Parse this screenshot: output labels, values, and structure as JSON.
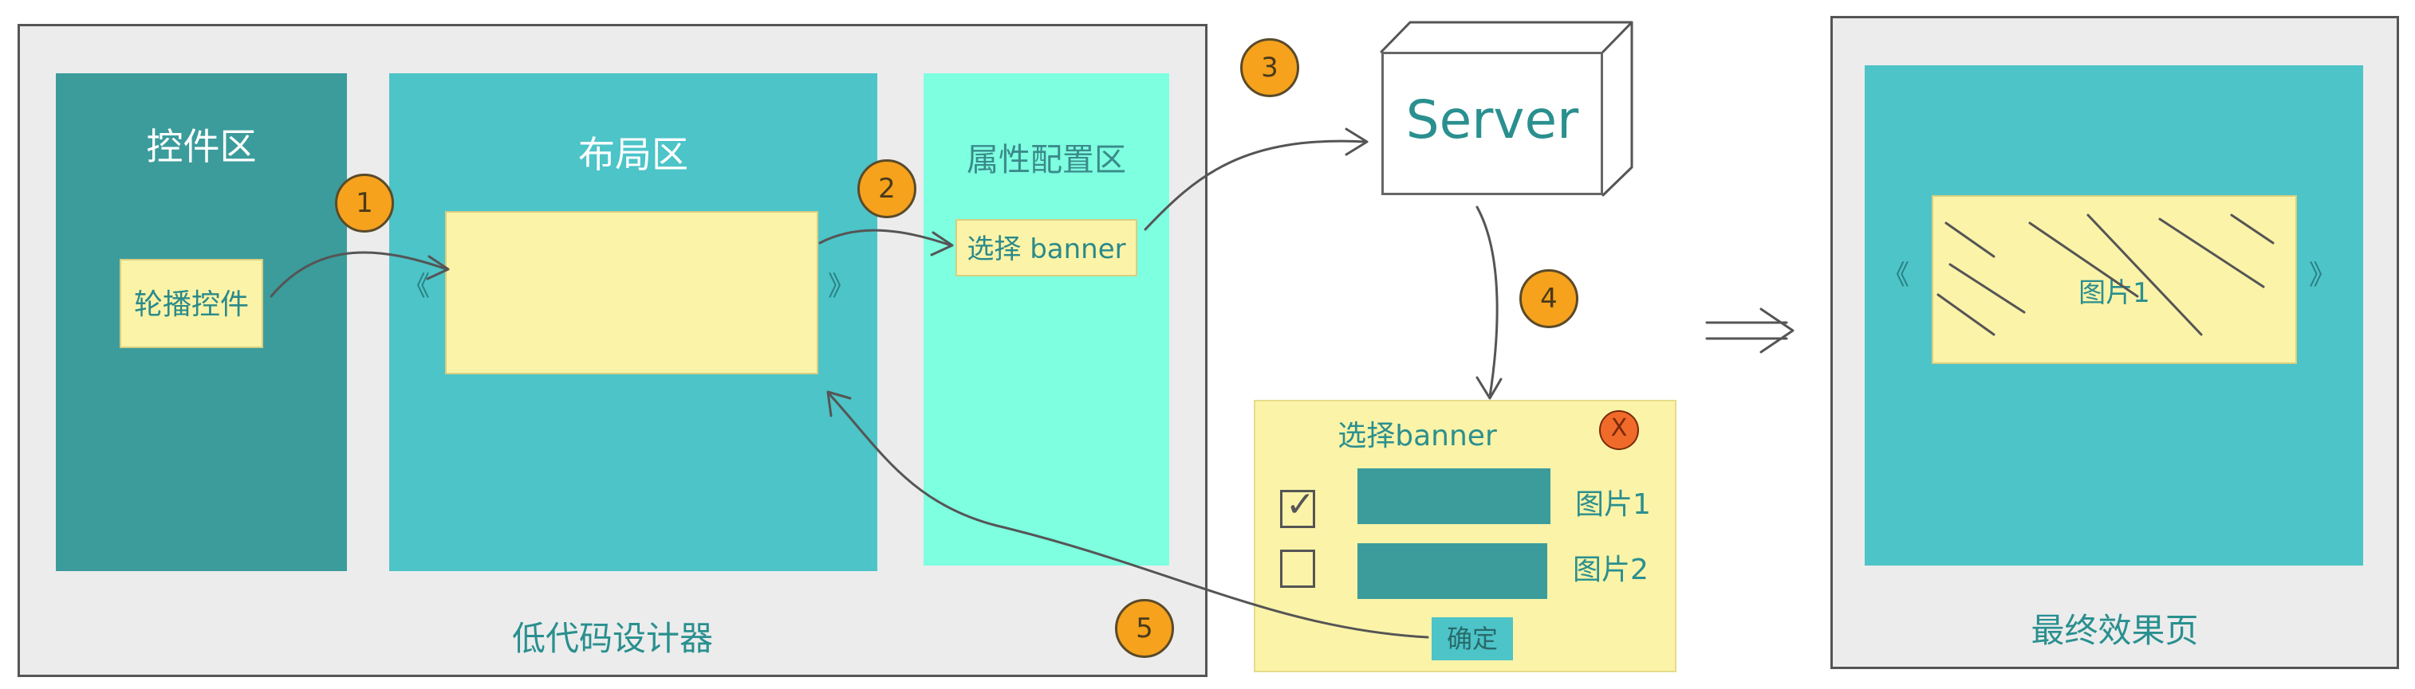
{
  "designer": {
    "title": "低代码设计器",
    "controls_panel": {
      "title": "控件区",
      "carousel_control": "轮播控件"
    },
    "layout_panel": {
      "title": "布局区",
      "prev_arrow": "《",
      "next_arrow": "》"
    },
    "property_panel": {
      "title": "属性配置区",
      "select_banner": "选择 banner"
    }
  },
  "server": {
    "label": "Server"
  },
  "dialog": {
    "title": "选择banner",
    "close": "X",
    "items": [
      {
        "label": "图片1",
        "checked": true
      },
      {
        "label": "图片2",
        "checked": false
      }
    ],
    "confirm": "确定"
  },
  "result": {
    "title": "最终效果页",
    "image_label": "图片1",
    "prev_arrow": "《",
    "next_arrow": "》"
  },
  "steps": [
    "1",
    "2",
    "3",
    "4",
    "5"
  ],
  "colors": {
    "dark_teal": "#3c9c9c",
    "teal": "#4cc4c8",
    "mint": "#7effe0",
    "yellow": "#fbf3a8",
    "orange": "#f6a21c",
    "close_red": "#f06a2a"
  }
}
